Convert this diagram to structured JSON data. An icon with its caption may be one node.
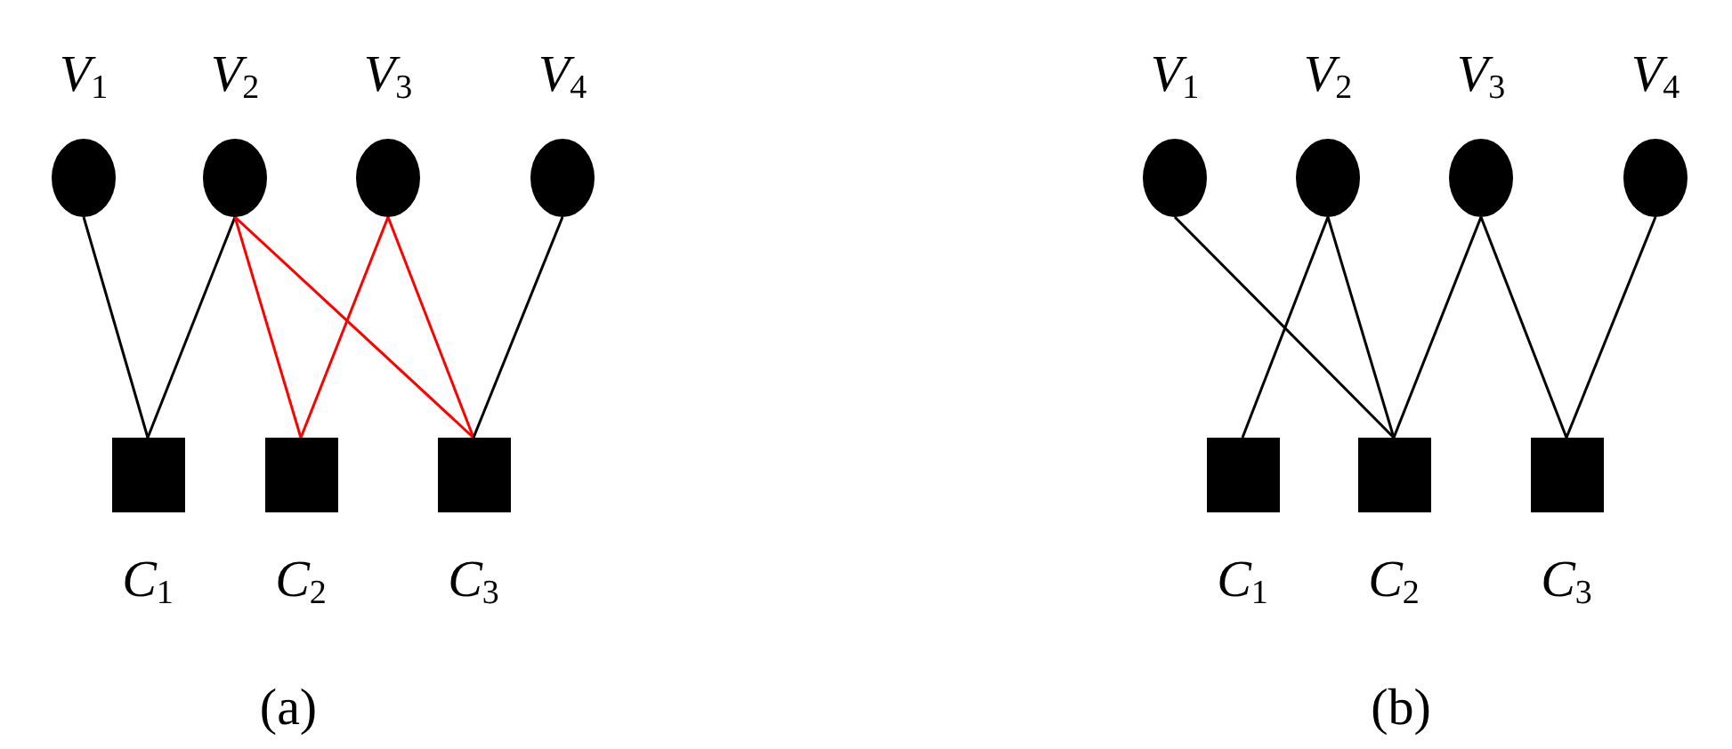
{
  "diagram": {
    "nodes": [
      {
        "text": [
          "*V*$_{1}$"
        ]
      },
      {
        "text": [
          "*V*$_{2}$"
        ]
      },
      {
        "text": [
          "*V*$_{3}$"
        ]
      },
      {
        "text": [
          "*V*$_{4}$"
        ]
      },
      {
        "text": [
          "*C*$_{1}$"
        ]
      },
      {
        "text": [
          "*C*$_{2}$"
        ]
      },
      {
        "text": [
          "*C*$_{3}$"
        ]
      },
      {
        "text": [
          "*V*$_{1}$"
        ]
      },
      {
        "text": [
          "*V*$_{2}$"
        ]
      },
      {
        "text": [
          "*V*$_{3}$"
        ]
      },
      {
        "text": [
          "*V*$_{4}$"
        ]
      },
      {
        "text": [
          "*C*$_{1}$"
        ]
      },
      {
        "text": [
          "*C*$_{2}$"
        ]
      },
      {
        "text": [
          "*C*$_{3}$"
        ]
      }
    ],
    "edges": [
      {
        "from": 0,
        "to": 4,
        "arrow": "none"
      },
      {
        "from": 1,
        "to": 4,
        "arrow": "none"
      },
      {
        "from": 1,
        "to": 5,
        "arrow": "none",
        "color": "#ff0000"
      },
      {
        "from": 1,
        "to": 6,
        "arrow": "none",
        "color": "#ff0000"
      },
      {
        "from": 2,
        "to": 5,
        "arrow": "none",
        "color": "#ff0000"
      },
      {
        "from": 2,
        "to": 6,
        "arrow": "none",
        "color": "#ff0000"
      },
      {
        "from": 3,
        "to": 6,
        "arrow": "none"
      },
      {
        "from": 7,
        "to": 12,
        "arrow": "none"
      },
      {
        "from": 8,
        "to": 11,
        "arrow": "none"
      },
      {
        "from": 8,
        "to": 12,
        "arrow": "none"
      },
      {
        "from": 9,
        "to": 12,
        "arrow": "none"
      },
      {
        "from": 9,
        "to": 13,
        "arrow": "none"
      },
      {
        "from": 10,
        "to": 13,
        "arrow": "none"
      }
    ],
    "labels": [
      "(a)",
      "(b)"
    ]
  }
}
